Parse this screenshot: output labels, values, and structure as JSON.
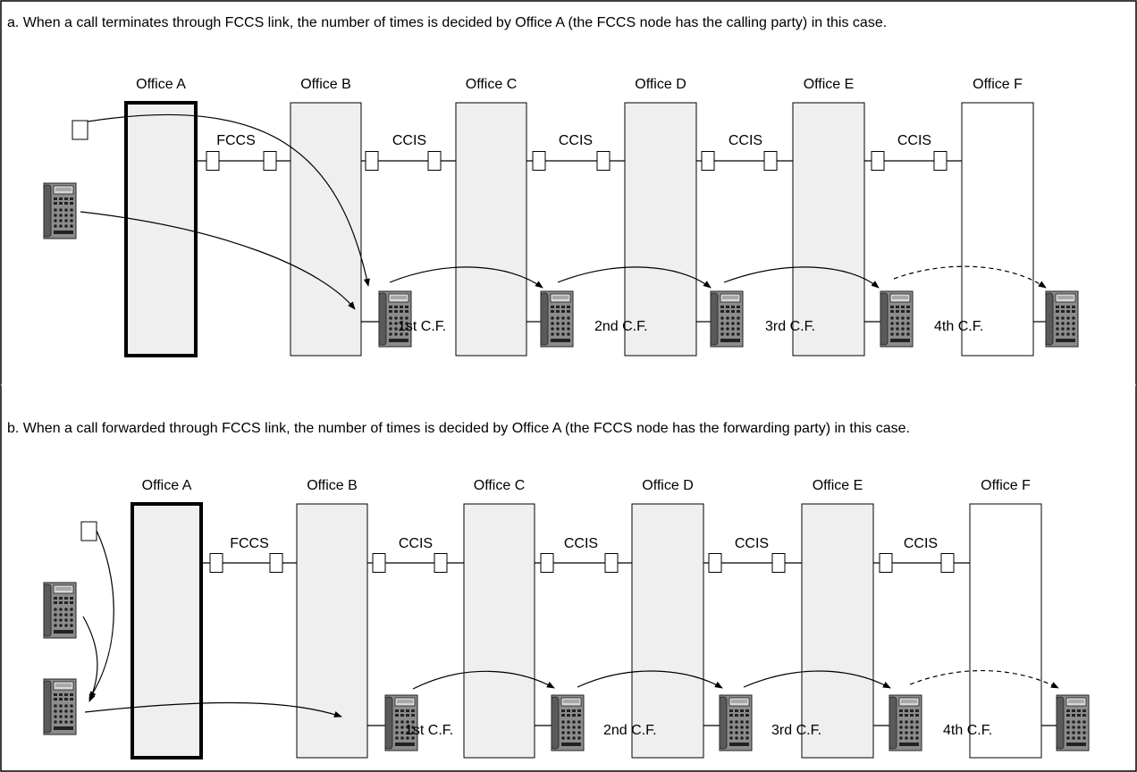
{
  "sections": [
    {
      "caption": "a. When a call terminates through FCCS link, the number of times is decided by Office A (the FCCS node has the calling party) in this case.",
      "offices": [
        "Office A",
        "Office B",
        "Office C",
        "Office D",
        "Office E",
        "Office F"
      ],
      "links": [
        "FCCS",
        "CCIS",
        "CCIS",
        "CCIS",
        "CCIS"
      ],
      "forwards": [
        "1st C.F.",
        "2nd C.F.",
        "3rd C.F.",
        "4th C.F."
      ]
    },
    {
      "caption": "b. When a call forwarded through FCCS link, the number of times is decided by Office A (the FCCS node has the forwarding party) in this case.",
      "offices": [
        "Office A",
        "Office B",
        "Office C",
        "Office D",
        "Office E",
        "Office F"
      ],
      "links": [
        "FCCS",
        "CCIS",
        "CCIS",
        "CCIS",
        "CCIS"
      ],
      "forwards": [
        "1st C.F.",
        "2nd C.F.",
        "3rd C.F.",
        "4th C.F."
      ]
    }
  ],
  "colors": {
    "office_fill": "#efefef",
    "office_f_fill": "#ffffff",
    "phone_body": "#8c8c8c",
    "phone_handset": "#5a5a5a",
    "line": "#000000"
  },
  "icons": {
    "terminal": "terminal-icon",
    "telephone": "telephone-icon",
    "link_card": "trunk-card-icon"
  }
}
